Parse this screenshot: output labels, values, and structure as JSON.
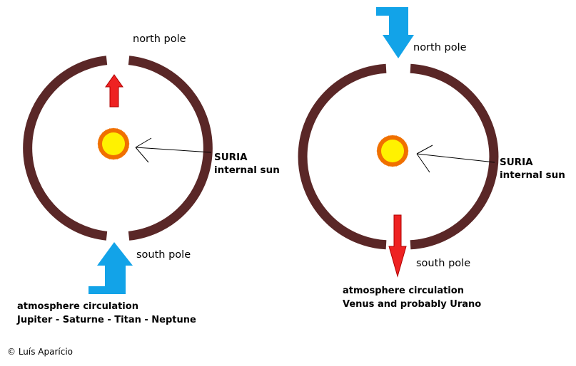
{
  "left_diagram": {
    "north_pole_label": "north pole",
    "south_pole_label": "south pole",
    "sun_name": "SURIA",
    "sun_desc": "internal sun",
    "caption_line1": "atmosphere circulation",
    "caption_line2": "Jupiter - Saturne - Titan - Neptune"
  },
  "right_diagram": {
    "north_pole_label": "north pole",
    "south_pole_label": "south pole",
    "sun_name": "SURIA",
    "sun_desc": "internal sun",
    "caption_line1": "atmosphere circulation",
    "caption_line2": "Venus and probably Urano"
  },
  "credit": "© Luís Aparício",
  "colors": {
    "shell": "#5a2727",
    "sun_core": "#fff200",
    "sun_rays": "#f07000",
    "inflow_arrow": "#12a3e8",
    "outflow_arrow": "#ee2222"
  },
  "icons": {
    "left_inflow": "bent-up-arrow-icon",
    "left_outflow": "up-arrow-icon",
    "right_inflow": "bent-down-arrow-icon",
    "right_outflow": "down-arrow-icon",
    "sun": "sun-icon",
    "pointer": "pointer-arrow-icon"
  }
}
